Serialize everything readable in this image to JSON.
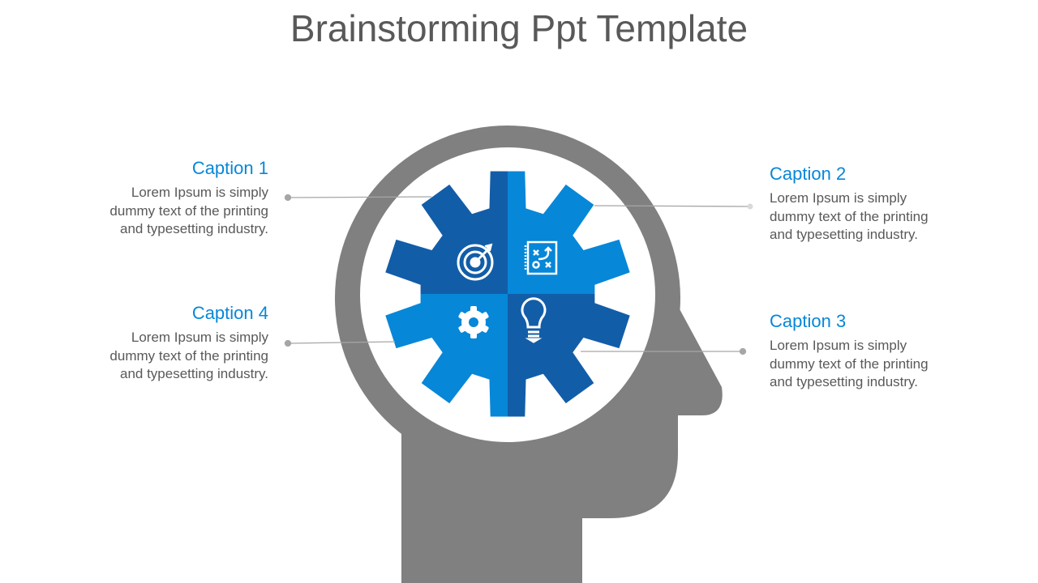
{
  "title": "Brainstorming Ppt Template",
  "captions": [
    {
      "heading": "Caption 1",
      "line1": "Lorem Ipsum is simply",
      "line2": "dummy text of the printing",
      "line3": "and typesetting industry."
    },
    {
      "heading": "Caption 2",
      "line1": "Lorem Ipsum is simply",
      "line2": "dummy text of the printing",
      "line3": "and typesetting industry."
    },
    {
      "heading": "Caption 3",
      "line1": "Lorem Ipsum is simply",
      "line2": "dummy text of the printing",
      "line3": "and typesetting industry."
    },
    {
      "heading": "Caption 4",
      "line1": "Lorem Ipsum is simply",
      "line2": "dummy text of the printing",
      "line3": "and typesetting industry."
    }
  ],
  "colors": {
    "dark_blue": "#125DA8",
    "light_blue": "#0787D8",
    "head_gray": "#808080",
    "text_gray": "#595959"
  },
  "icons": [
    "target-icon",
    "strategy-board-icon",
    "gear-icon",
    "lightbulb-icon"
  ]
}
